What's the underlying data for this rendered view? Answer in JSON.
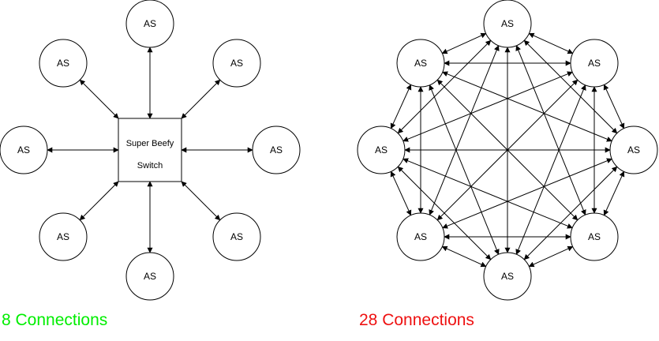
{
  "colors": {
    "left_caption": "#00ee00",
    "right_caption": "#ee1111",
    "stroke": "#000000"
  },
  "switch_diagram": {
    "node_labels": [
      "AS",
      "AS",
      "AS",
      "AS",
      "AS",
      "AS",
      "AS",
      "AS"
    ],
    "switch_label_line1": "Super Beefy",
    "switch_label_line2": "Switch",
    "caption": "8 Connections"
  },
  "mesh_diagram": {
    "node_labels": [
      "AS",
      "AS",
      "AS",
      "AS",
      "AS",
      "AS",
      "AS",
      "AS"
    ],
    "caption": "28 Connections"
  }
}
